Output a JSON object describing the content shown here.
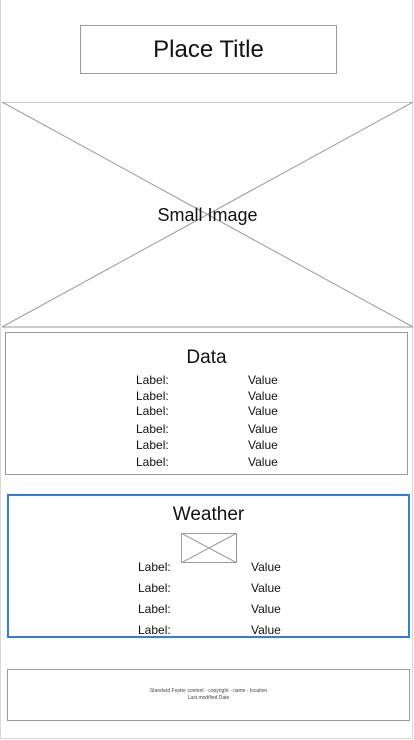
{
  "header": {
    "title": "Place Title"
  },
  "image": {
    "label": "Small Image"
  },
  "data_section": {
    "title": "Data",
    "rows": [
      {
        "label": "Label:",
        "value": "Value"
      },
      {
        "label": "Label:",
        "value": "Value"
      },
      {
        "label": "Label:",
        "value": "Value"
      },
      {
        "label": "Label:",
        "value": "Value"
      },
      {
        "label": "Label:",
        "value": "Value"
      },
      {
        "label": "Label:",
        "value": "Value"
      }
    ]
  },
  "weather_section": {
    "title": "Weather",
    "icon": "image-placeholder-icon",
    "rows": [
      {
        "label": "Label:",
        "value": "Value"
      },
      {
        "label": "Label:",
        "value": "Value"
      },
      {
        "label": "Label:",
        "value": "Value"
      },
      {
        "label": "Label:",
        "value": "Value"
      }
    ]
  },
  "footer": {
    "line1": "Standard Footer content - copyright - name - location",
    "line2": "Last modified Date"
  },
  "colors": {
    "border": "#9a9a9a",
    "selection": "#2f7fe2"
  }
}
